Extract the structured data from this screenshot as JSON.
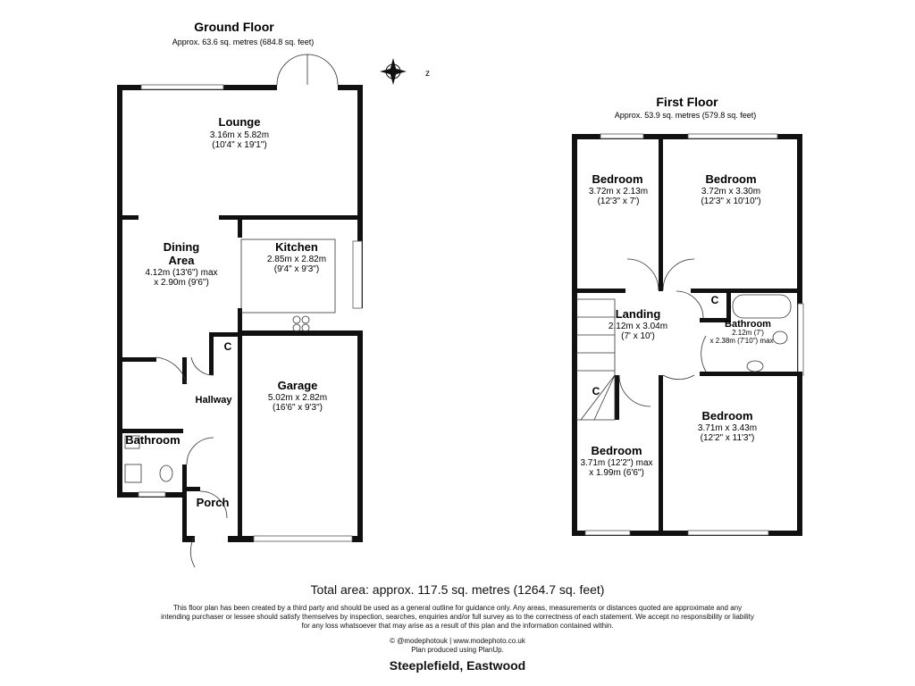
{
  "ground_floor": {
    "title": "Ground Floor",
    "area": "Approx. 63.6 sq. metres (684.8 sq. feet)",
    "rooms": {
      "lounge": {
        "name": "Lounge",
        "dim1": "3.16m x 5.82m",
        "dim2": "(10'4\" x 19'1\")"
      },
      "dining": {
        "name1": "Dining",
        "name2": "Area",
        "dim1": "4.12m (13'6\") max",
        "dim2": "x 2.90m (9'6\")"
      },
      "kitchen": {
        "name": "Kitchen",
        "dim1": "2.85m x 2.82m",
        "dim2": "(9'4\" x 9'3\")"
      },
      "garage": {
        "name": "Garage",
        "dim1": "5.02m x 2.82m",
        "dim2": "(16'6\" x 9'3\")"
      },
      "hallway": {
        "name": "Hallway"
      },
      "bathroom": {
        "name": "Bathroom"
      },
      "porch": {
        "name": "Porch"
      },
      "cupboard": {
        "name": "C"
      }
    }
  },
  "compass": {
    "label": "z",
    "icon": "compass-icon"
  },
  "first_floor": {
    "title": "First Floor",
    "area": "Approx. 53.9 sq. metres (579.8 sq. feet)",
    "rooms": {
      "bedroom_nw": {
        "name": "Bedroom",
        "dim1": "3.72m x 2.13m",
        "dim2": "(12'3\" x 7')"
      },
      "bedroom_ne": {
        "name": "Bedroom",
        "dim1": "3.72m x 3.30m",
        "dim2": "(12'3\" x 10'10\")"
      },
      "landing": {
        "name": "Landing",
        "dim1": "2.12m x 3.04m",
        "dim2": "(7' x 10')"
      },
      "bathroom": {
        "name": "Bathroom",
        "dim1": "2.12m (7')",
        "dim2": "x 2.38m (7'10\") max"
      },
      "bedroom_se": {
        "name": "Bedroom",
        "dim1": "3.71m x 3.43m",
        "dim2": "(12'2\" x 11'3\")"
      },
      "bedroom_sw": {
        "name": "Bedroom",
        "dim1": "3.71m (12'2\") max",
        "dim2": "x 1.99m (6'6\")"
      },
      "cupboard1": {
        "name": "C"
      },
      "cupboard2": {
        "name": "C"
      }
    }
  },
  "footer": {
    "total_area": "Total area: approx. 117.5 sq. metres (1264.7 sq. feet)",
    "disclaimer": "This floor plan has been created by a third party and should be used as a general outline for guidance only. Any areas, measurements or distances quoted are approximate and any intending purchaser or lessee should satisfy themselves by inspection, searches, enquiries and/or full survey as to the correctness of each statement. We accept no responsibility or liability for any loss whatsoever that may arise as a result of this plan and the information contained within.",
    "credit1": "© @modephotouk | www.modephoto.co.uk",
    "credit2": "Plan produced using PlanUp.",
    "address": "Steeplefield, Eastwood"
  }
}
